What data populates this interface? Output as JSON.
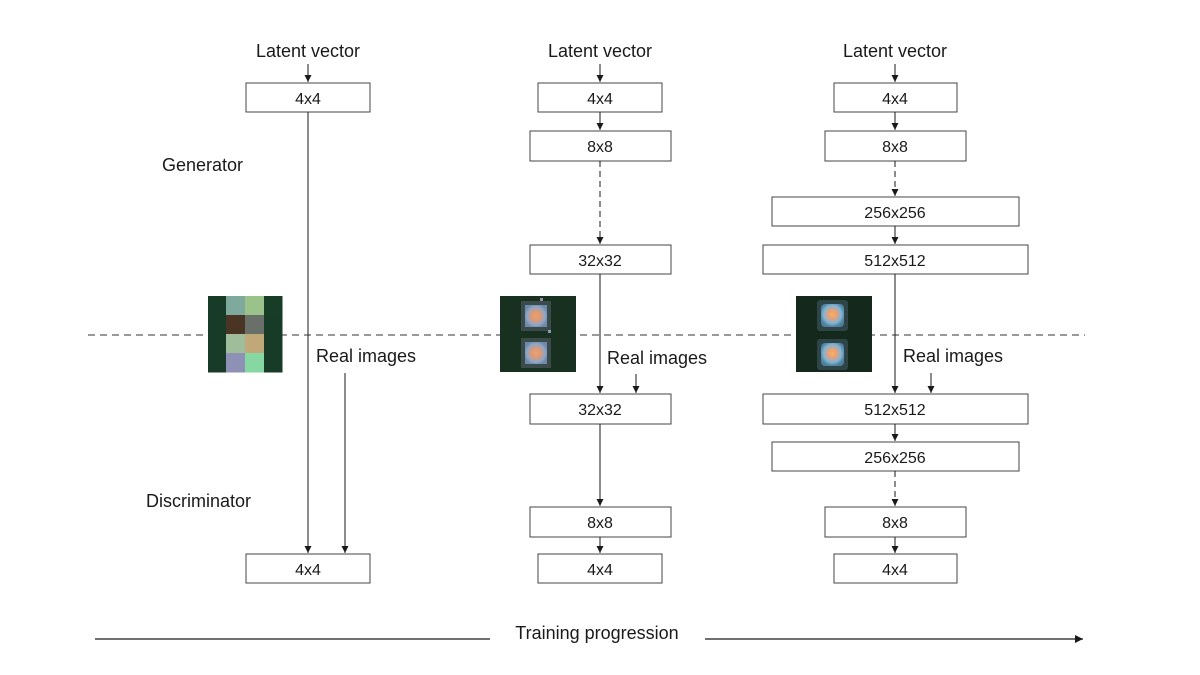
{
  "labels": {
    "generator": "Generator",
    "discriminator": "Discriminator",
    "training_progression": "Training progression",
    "latent_vector": "Latent vector",
    "real_images": "Real images"
  },
  "columns": [
    {
      "latent_label": "Latent vector",
      "real_images_label": "Real images",
      "generator_blocks": [
        "4x4"
      ],
      "discriminator_blocks": [
        "4x4"
      ],
      "sample_colors": [
        "#173b26",
        "#7fa99c",
        "#9cc28c",
        "#183d27",
        "#183b27",
        "#4a3525",
        "#687069",
        "#183b27",
        "#183b27",
        "#9fbd9a",
        "#c0a878",
        "#183b27",
        "#183b27",
        "#8e91b5",
        "#86d7a2",
        "#183b27"
      ]
    },
    {
      "latent_label": "Latent vector",
      "real_images_label": "Real images",
      "generator_blocks": [
        "4x4",
        "8x8",
        "32x32"
      ],
      "discriminator_blocks": [
        "32x32",
        "8x8",
        "4x4"
      ]
    },
    {
      "latent_label": "Latent vector",
      "real_images_label": "Real images",
      "generator_blocks": [
        "4x4",
        "8x8",
        "256x256",
        "512x512"
      ],
      "discriminator_blocks": [
        "512x512",
        "256x256",
        "8x8",
        "4x4"
      ]
    }
  ]
}
